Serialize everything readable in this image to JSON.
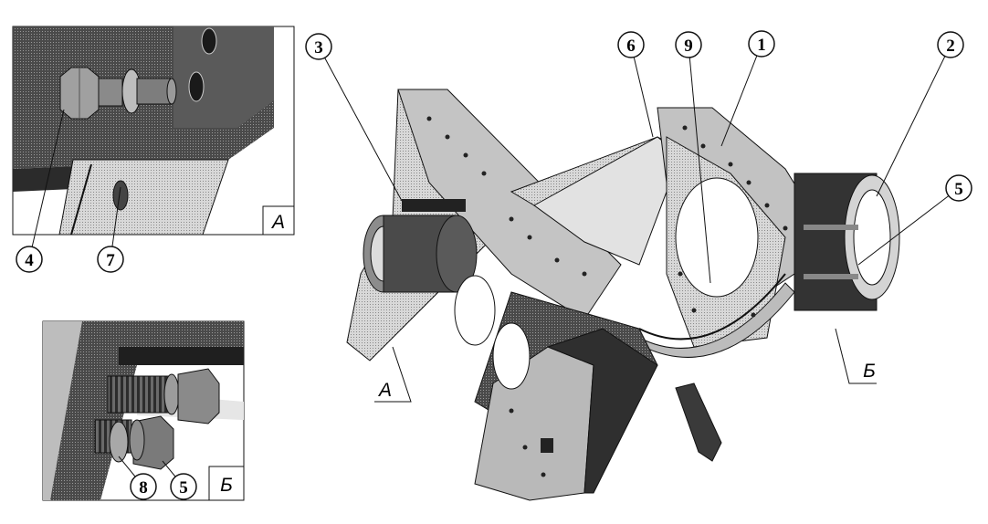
{
  "colors": {
    "background": "#ffffff",
    "line": "#111111",
    "part_light": "#c9c9c9",
    "part_mid": "#9a9a9a",
    "part_dark": "#3a3a3a"
  },
  "detail_a": {
    "view_label": "А",
    "callouts": [
      "4",
      "7"
    ]
  },
  "detail_b": {
    "view_label": "Б",
    "callouts": [
      "8",
      "5"
    ]
  },
  "main_view": {
    "callouts": [
      "3",
      "6",
      "9",
      "1",
      "2",
      "5"
    ],
    "view_markers": [
      "А",
      "Б"
    ]
  }
}
